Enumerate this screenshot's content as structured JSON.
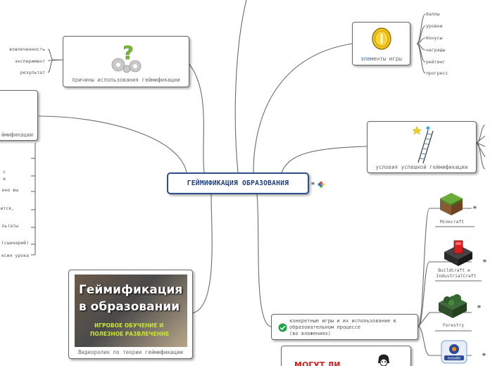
{
  "central": {
    "title": "ГЕЙМИФИКАЦИЯ ОБРАЗОВАНИЯ"
  },
  "nodes": {
    "reasons": {
      "caption": "причины использования геймификации",
      "leaves": [
        "вовлеченность",
        "эксперимент",
        "результат"
      ]
    },
    "elements": {
      "caption_prefix": "эле",
      "caption_rest": "менты игры",
      "leaves": [
        "баллы",
        "уровни",
        "бонусы",
        "награды",
        "рейтинг",
        "прогресс"
      ]
    },
    "left_cut": {
      "caption": "ймификации",
      "leaves": [
        "с",
        "е",
        "нно вы",
        "ится,",
        "льтаты",
        "(сценарий)",
        "ксия урока"
      ]
    },
    "conditions": {
      "caption": "условия успешной геймификации"
    },
    "concrete": {
      "lines": [
        "конкретные игры и их использование в",
        "образовательном процессе",
        "(во вложениях)"
      ]
    },
    "video": {
      "caption": "Видеоролик по теории геймификации",
      "thumb_title_1": "Геймификация",
      "thumb_title_2": "в образовании",
      "thumb_sub_1": "ИГРОВОЕ ОБУЧЕНИЕ И",
      "thumb_sub_2": "ПОЛЕЗНОЕ РАЗВЛЕЧЕНИЕ"
    },
    "bottom_partial": {
      "text": "МОГУТ ЛИ"
    }
  },
  "games": [
    {
      "name": "Minecraft",
      "icon": "grass-block-icon"
    },
    {
      "name_1": "BuildCraft и",
      "name_2": "IndustrialCraft",
      "icon": "redstone-block-icon"
    },
    {
      "name": "Forestry",
      "icon": "forestry-block-icon"
    },
    {
      "name": "moodle",
      "icon": "moodle-logo-icon"
    }
  ],
  "colors": {
    "central_border": "#2f4f8a",
    "central_text": "#1d3d78",
    "link": "#666666",
    "check": "#1ea34a",
    "coin": "#f2c418",
    "question": "#7ab83a"
  }
}
